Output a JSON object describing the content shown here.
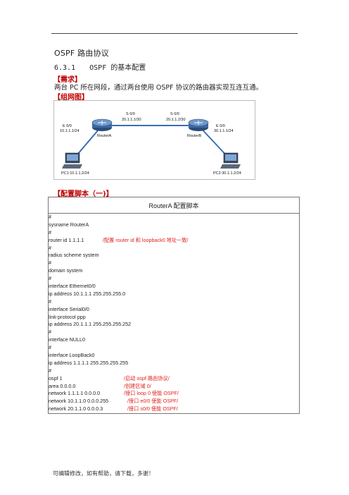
{
  "doc": {
    "heading": "OSPF 路由协议",
    "section_number": "6.3.1",
    "section_title": "OSPF 的基本配置",
    "label_requirement": "【需求】",
    "requirement_text": "两台 PC 所在网段，通过两台使用 OSPF 协议的路由器实现互连互通。",
    "label_topology": "【组网图】",
    "label_script": "【配置脚本（一)】",
    "footer": "可编辑修改，如有帮助，请下载，多谢！"
  },
  "topology": {
    "routerA_name": "RouterA",
    "routerB_name": "RouterB",
    "routerA_lan_if": "E 0/0",
    "routerA_lan_ip": "10.1.1.1/24",
    "routerA_wan_if": "S 0/0",
    "routerA_wan_ip": "20.1.1.1/30",
    "routerB_wan_if": "S 0/0",
    "routerB_wan_ip": "20.1.1.2/30",
    "routerB_lan_if": "E 0/0",
    "routerB_lan_ip": "30.1.1.1/24",
    "pc1_label": "PC1:10.1.1.2/24",
    "pc2_label": "PC2:30.1.1.2/24"
  },
  "script": {
    "title": "RouterA 配置脚本",
    "lines": [
      {
        "code": "#",
        "comment": ""
      },
      {
        "code": "sysname RouterA",
        "comment": ""
      },
      {
        "code": "#",
        "comment": ""
      },
      {
        "code": "router id 1.1.1.1",
        "comment": "/配置 router id 和 loopback0 地址一致/"
      },
      {
        "code": "#",
        "comment": ""
      },
      {
        "code": "radius scheme system",
        "comment": ""
      },
      {
        "code": "#",
        "comment": ""
      },
      {
        "code": "domain system",
        "comment": ""
      },
      {
        "code": "#",
        "comment": ""
      },
      {
        "code": "interface Ethernet0/0",
        "comment": ""
      },
      {
        "code": "ip address 10.1.1.1 255.255.255.0",
        "comment": ""
      },
      {
        "code": "#",
        "comment": ""
      },
      {
        "code": "interface Serial0/0",
        "comment": ""
      },
      {
        "code": "link-protocol ppp",
        "comment": ""
      },
      {
        "code": "ip address 20.1.1.1 255.255.255.252",
        "comment": ""
      },
      {
        "code": "#",
        "comment": ""
      },
      {
        "code": "interface NULL0",
        "comment": ""
      },
      {
        "code": "#",
        "comment": ""
      },
      {
        "code": "interface LoopBack0",
        "comment": ""
      },
      {
        "code": "ip address 1.1.1.1 255.255.255.255",
        "comment": ""
      },
      {
        "code": "#",
        "comment": ""
      },
      {
        "code": "ospf 1",
        "comment": "/启动 ospf 路由协议/"
      },
      {
        "code": "area 0.0.0.0",
        "comment": "/创建区域 0/"
      },
      {
        "code": "network 1.1.1.1 0.0.0.0",
        "comment": "/接口 loop 0 使能 OSPF/"
      },
      {
        "code": "network 10.1.1.0 0.0.0.255",
        "comment": "/接口 e0/0 使能 OSPF/"
      },
      {
        "code": "network 20.1.1.0 0.0.0.3",
        "comment": "/接口 s0/0 使能 OSPF/"
      }
    ]
  }
}
